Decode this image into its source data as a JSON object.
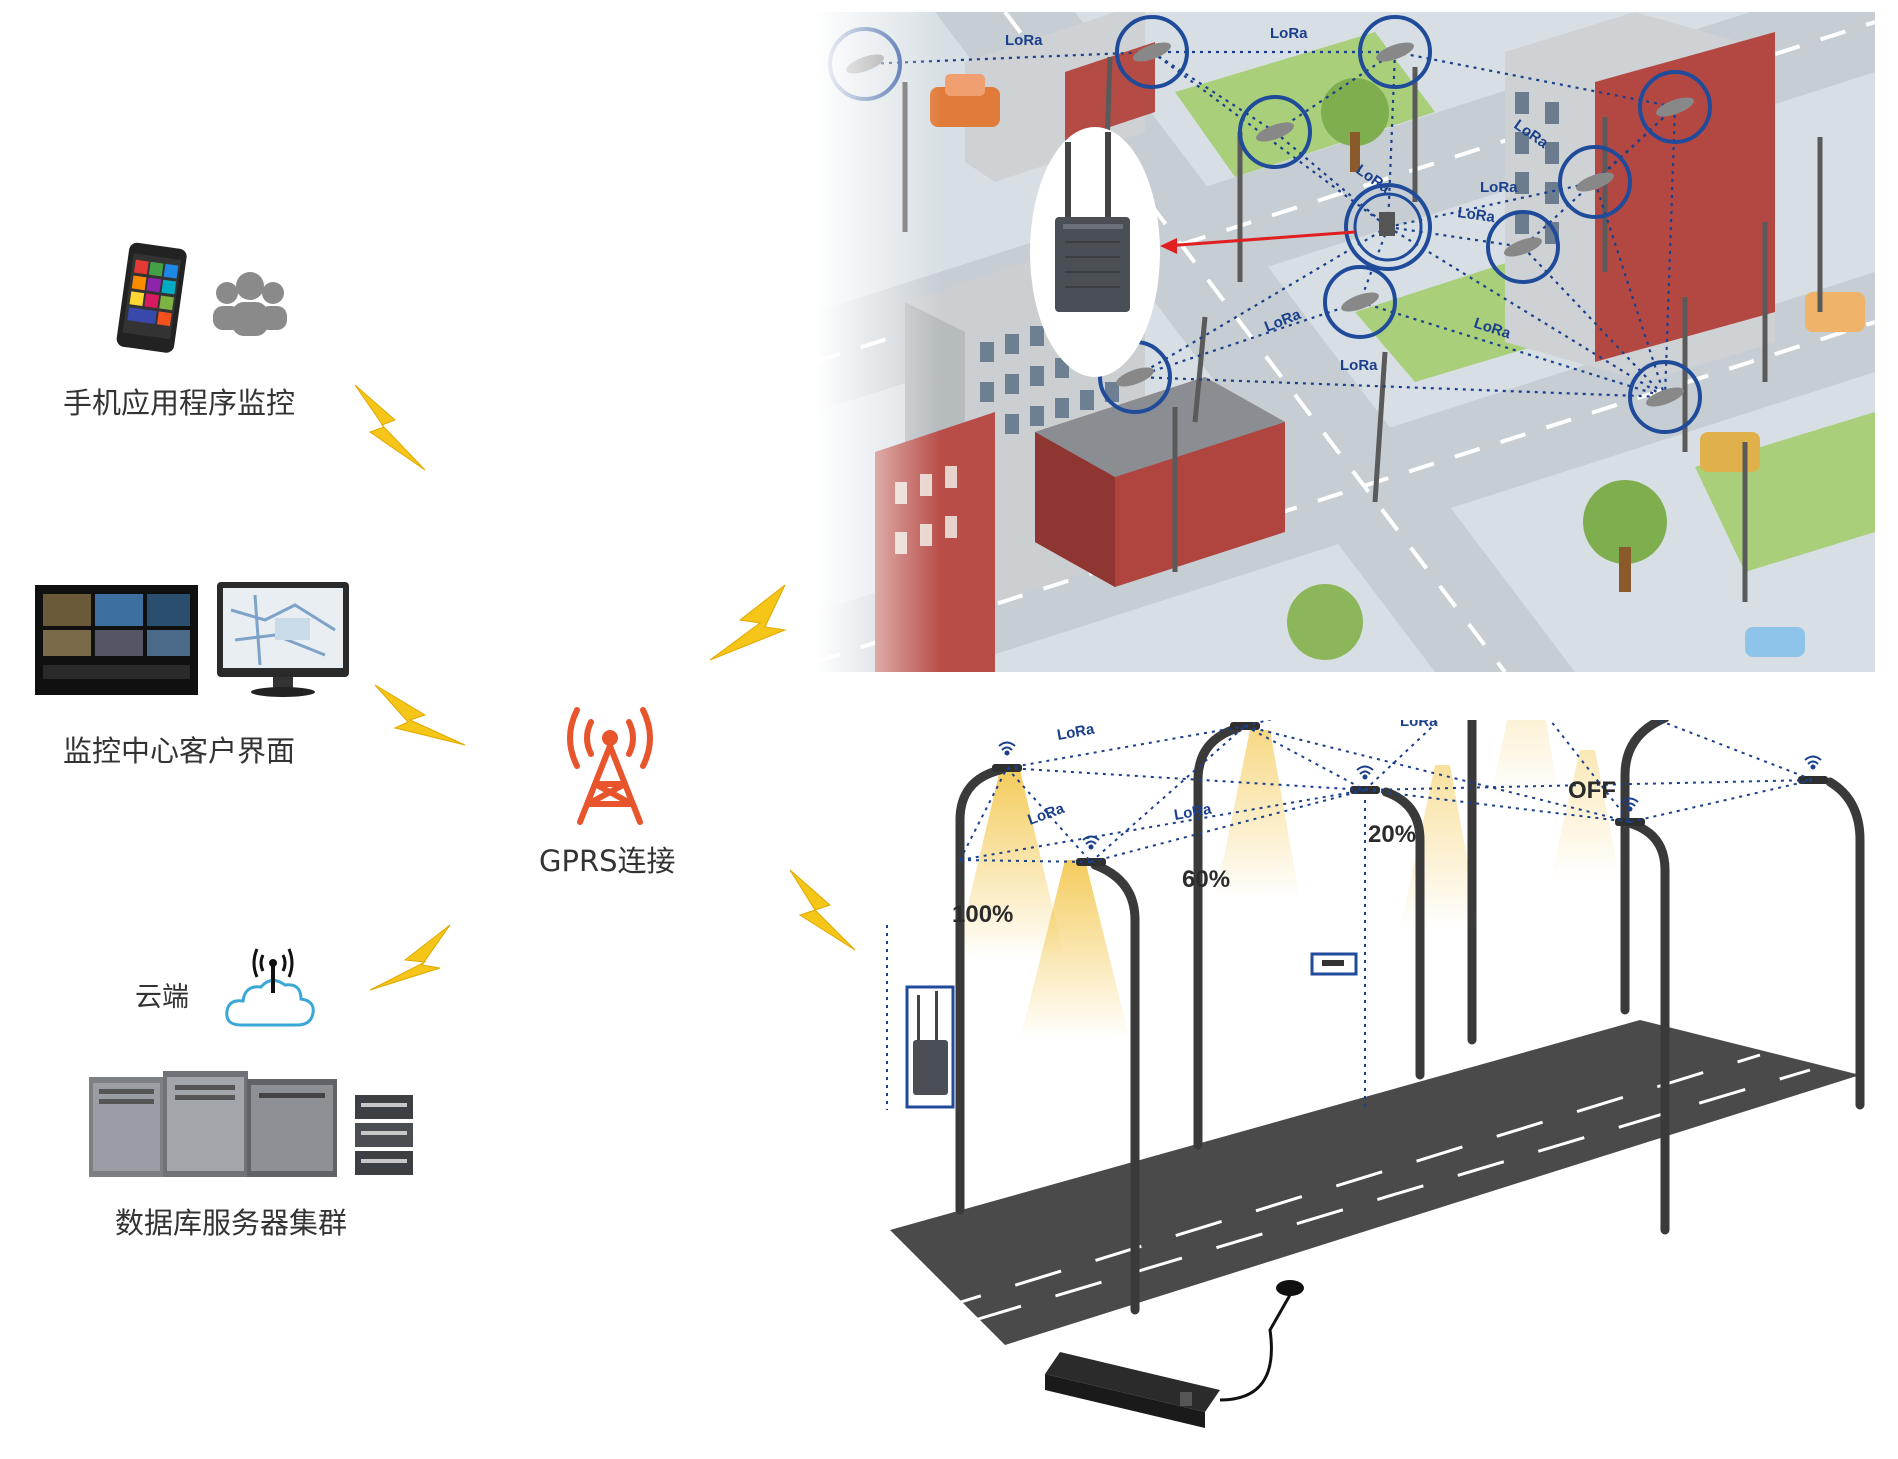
{
  "left_items": [
    {
      "label": "手机应用程序监控",
      "icon": "smartphone-users-icon"
    },
    {
      "label": "监控中心客户界面",
      "icon": "monitoring-screens-icon"
    },
    {
      "label": "云端",
      "icon": "cloud-antenna-icon"
    },
    {
      "label": "数据库服务器集群",
      "icon": "server-cluster-icon"
    }
  ],
  "center": {
    "label": "GPRS连接",
    "icon": "signal-tower-icon"
  },
  "city_scene": {
    "link_label": "LoRa",
    "gateway_icon": "lora-gateway-icon"
  },
  "street_scene": {
    "link_label": "LoRa",
    "brightness_levels": [
      "100%",
      "60%",
      "20%",
      "OFF"
    ],
    "controller_icon": "lamp-controller-icon"
  },
  "colors": {
    "link": "#1a3f8c",
    "node_ring": "#1f4b9a",
    "lightning": "#f5c518",
    "tower": "#e8542c",
    "road": "#4a4a4a",
    "light_beam": "#f3c64a"
  }
}
